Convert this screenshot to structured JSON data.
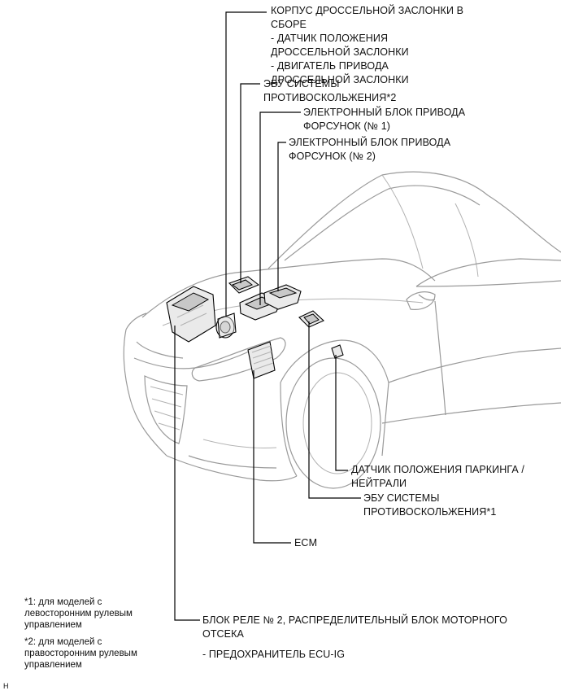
{
  "labels": {
    "throttle_body": "КОРПУС ДРОССЕЛЬНОЙ ЗАСЛОНКИ В\nСБОРЕ\n- ДАТЧИК ПОЛОЖЕНИЯ\nДРОССЕЛЬНОЙ ЗАСЛОНКИ\n- ДВИГАТЕЛЬ ПРИВОДА\nДРОССЕЛЬНОЙ ЗАСЛОНКИ",
    "skid_control_ecu_2": "ЭБУ СИСТЕМЫ\nПРОТИВОСКОЛЬЖЕНИЯ*2",
    "injector_driver_1": "ЭЛЕКТРОННЫЙ БЛОК ПРИВОДА\nФОРСУНОК (№ 1)",
    "injector_driver_2": "ЭЛЕКТРОННЫЙ БЛОК ПРИВОДА\nФОРСУНОК (№ 2)",
    "park_neutral_switch": "ДАТЧИК ПОЛОЖЕНИЯ ПАРКИНГА /\nНЕЙТРАЛИ",
    "skid_control_ecu_1": "ЭБУ СИСТЕМЫ\nПРОТИВОСКОЛЬЖЕНИЯ*1",
    "ecm": "ECM",
    "relay_block": "БЛОК РЕЛЕ № 2, РАСПРЕДЕЛИТЕЛЬНЫЙ БЛОК МОТОРНОГО\nОТСЕКА",
    "ecu_ig_fuse": "- ПРЕДОХРАНИТЕЛЬ ECU-IG"
  },
  "notes": {
    "note1": "*1: для моделей с\nлевосторонним рулевым\nуправлением",
    "note2": "*2: для моделей с\nправосторонним рулевым\nуправлением"
  },
  "figure_code": "H"
}
